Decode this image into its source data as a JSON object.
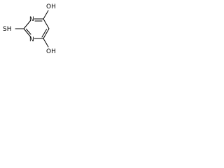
{
  "molecule": {
    "atoms": {
      "n_top": "N",
      "n_bottom": "N",
      "sh": "SH",
      "oh_top": "OH",
      "oh_bottom": "OH"
    },
    "colors": {
      "bond": "#000000",
      "text": "#000000",
      "background": "#ffffff"
    }
  }
}
